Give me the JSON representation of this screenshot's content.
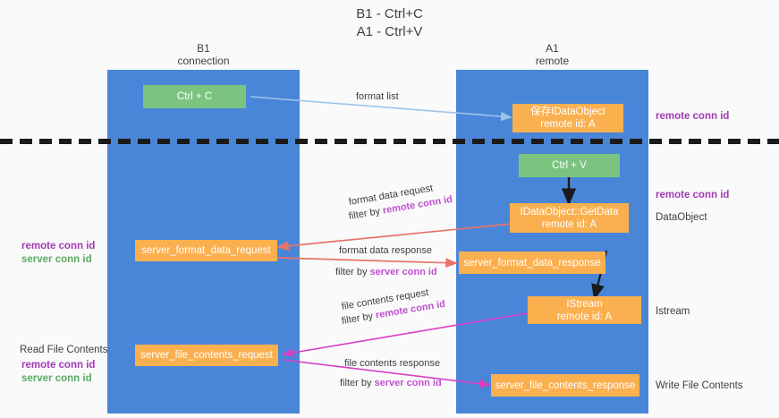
{
  "title": "B1 - Ctrl+C\nA1 - Ctrl+V",
  "columns": {
    "left": {
      "header": "B1\nconnection"
    },
    "right": {
      "header": "A1\nremote"
    }
  },
  "nodes": {
    "ctrl_c": {
      "label": "Ctrl + C"
    },
    "save_idataobject": {
      "label": "保存IDataObject\nremote id: A"
    },
    "ctrl_v": {
      "label": "Ctrl + V"
    },
    "idataobject_getdata": {
      "label": "IDataObject::GetData\nremote id: A"
    },
    "server_format_data_request": {
      "label": "server_format_data_request"
    },
    "server_format_data_response": {
      "label": "server_format_data_response"
    },
    "istream": {
      "label": "IStream\nremote id: A"
    },
    "server_file_contents_request": {
      "label": "server_file_contents_request"
    },
    "server_file_contents_response": {
      "label": "server_file_contents_response"
    }
  },
  "edges": {
    "format_list": {
      "label": "format list"
    },
    "format_data_request": {
      "line1": "format data request",
      "prefix": "filter by ",
      "highlight": "remote conn id"
    },
    "format_data_response": {
      "line1": "format data response",
      "prefix": "filter by ",
      "highlight": "server conn id"
    },
    "file_contents_request": {
      "line1": "file contents request",
      "prefix": "filter by ",
      "highlight": "remote conn id"
    },
    "file_contents_response": {
      "line1": "file contents response",
      "prefix": "filter by ",
      "highlight": "server conn id"
    }
  },
  "annotations": {
    "right_top": {
      "text": "remote conn id"
    },
    "right_getdata": {
      "text": "remote conn id"
    },
    "right_dataobject": {
      "text": "DataObject"
    },
    "right_istream": {
      "text": "Istream"
    },
    "right_write": {
      "text": "Write File Contents"
    },
    "left_mid": {
      "remote": "remote conn id",
      "server": "server conn id"
    },
    "left_read_title": {
      "text": "Read File Contents"
    },
    "left_read": {
      "remote": "remote conn id",
      "server": "server conn id"
    }
  },
  "colors": {
    "lane": "#4a86d8",
    "node_green": "#7bc47f",
    "node_orange": "#fbb050",
    "arrow_blue": "#9dc3ea",
    "arrow_black": "#1a1a1a",
    "arrow_red": "#e8726a",
    "arrow_magenta": "#d63fc4",
    "accent_purple": "#a23ab5",
    "accent_green": "#5aab63"
  }
}
